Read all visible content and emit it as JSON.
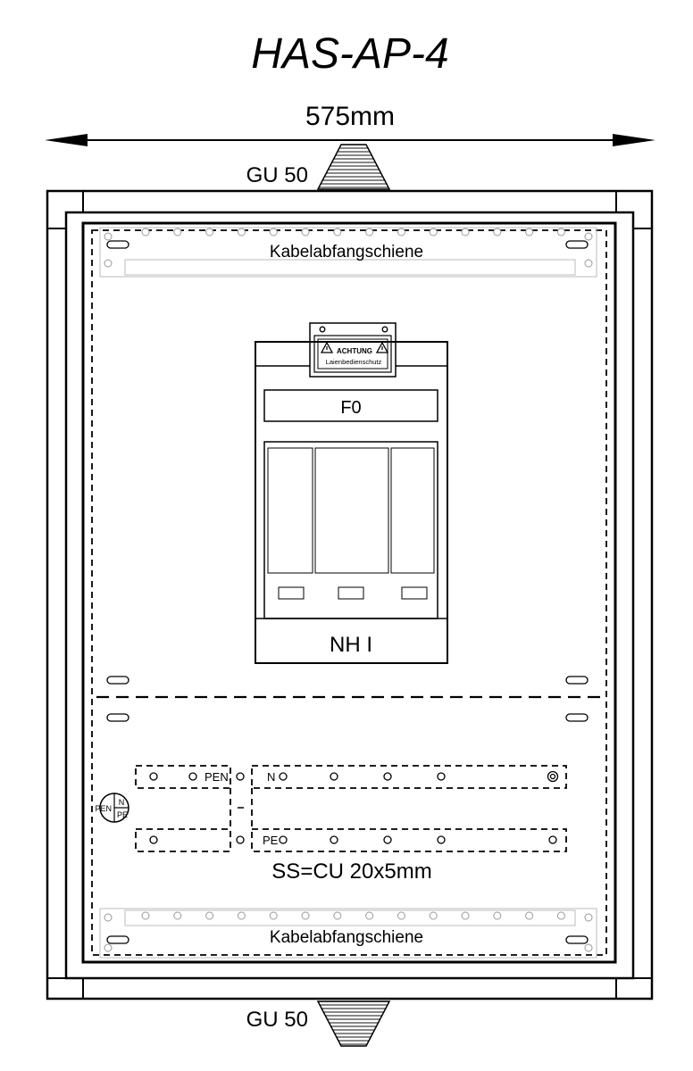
{
  "title": "HAS-AP-4",
  "dimension": {
    "width_label": "575mm"
  },
  "glands": {
    "top_label": "GU 50",
    "bottom_label": "GU 50"
  },
  "cable_rails": {
    "top_label": "Kabelabfangschiene",
    "bottom_label": "Kabelabfangschiene"
  },
  "fuse": {
    "warning_title": "ACHTUNG",
    "warning_text": "Laienbedienschutz",
    "designation": "F0",
    "type_label": "NH I"
  },
  "busbars": {
    "pen_label": "PEN",
    "n_label": "N",
    "pe_label": "PE",
    "spec_label": "SS=CU 20x5mm"
  },
  "symbol": {
    "pen": "PEN",
    "n": "N",
    "pe": "PE"
  }
}
